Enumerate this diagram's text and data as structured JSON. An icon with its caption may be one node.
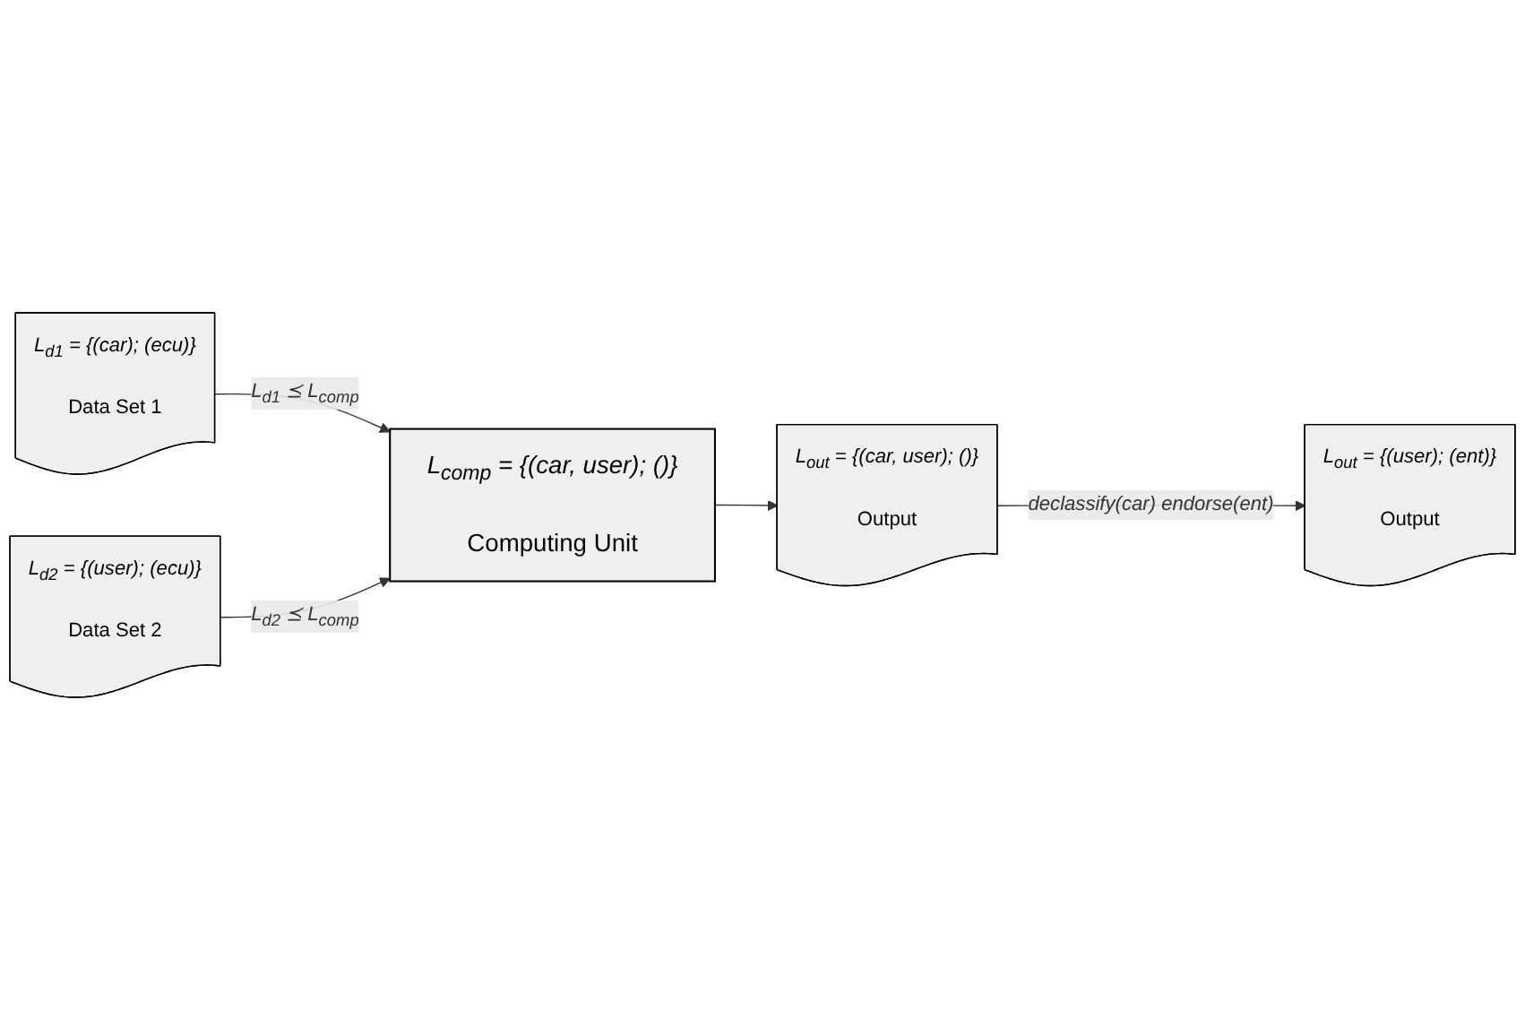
{
  "diagram": {
    "nodes": [
      {
        "text": [
          "L$_{d1}$ = {(car); (ecu)}",
          "Data Set 1"
        ]
      },
      {
        "text": [
          "L$_{comp}$ = {(car, user); ()}",
          "Computing Unit"
        ]
      },
      {
        "text": [
          "L$_{d2}$ = {(user); (ecu)}",
          "Data Set 2"
        ]
      },
      {
        "text": [
          "L$_{out}$ = {(car, user); ()}",
          "Output"
        ]
      },
      {
        "text": [
          "L$_{out}$ = {(user); (ent)}",
          "Output"
        ]
      }
    ],
    "edges": [
      {
        "from": 0,
        "to": 1,
        "arrow": "to",
        "label": "L$_{d1}$ ⪯ L$_{comp}$"
      },
      {
        "from": 2,
        "to": 1,
        "arrow": "to",
        "label": "L$_{d2}$ ⪯ L$_{comp}$"
      },
      {
        "from": 1,
        "to": 3,
        "arrow": "to"
      },
      {
        "from": 3,
        "to": 4,
        "arrow": "to",
        "label": "declassify(car) endorse(ent)"
      }
    ]
  }
}
